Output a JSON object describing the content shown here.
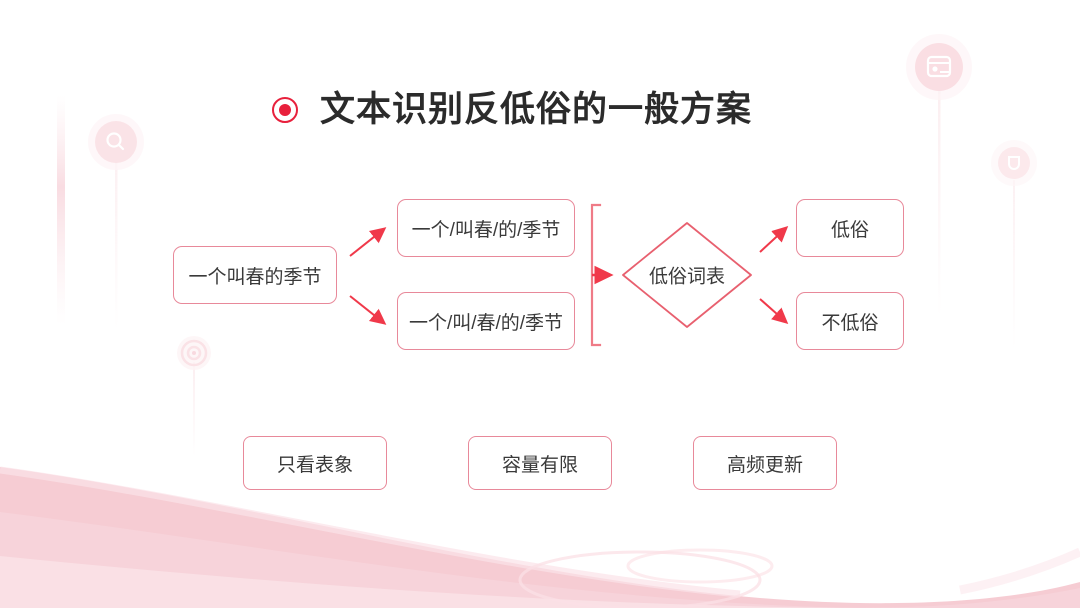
{
  "slide": {
    "background_color": "#ffffff",
    "accent_color": "#e8203c",
    "box_border_color": "#e8899a",
    "wave_color": "#f0b8c0",
    "text_color": "#3a3a3a"
  },
  "header": {
    "bullet_icon": "filled-circle-bullet-icon",
    "title": "文本识别反低俗的一般方案"
  },
  "diagram": {
    "input": {
      "label": "一个叫春的季节"
    },
    "segmentations": [
      {
        "label": "一个/叫春/的/季节"
      },
      {
        "label": "一个/叫/春/的/季节"
      }
    ],
    "bracket": {
      "icon": "bracket-arrow-icon"
    },
    "decision": {
      "label": "低俗词表",
      "shape": "diamond"
    },
    "outputs": [
      {
        "label": "低俗"
      },
      {
        "label": "不低俗"
      }
    ],
    "arrows": [
      {
        "name": "arrow-input-to-seg-a",
        "direction": "up-right"
      },
      {
        "name": "arrow-input-to-seg-b",
        "direction": "down-right"
      },
      {
        "name": "arrow-bracket-to-decision",
        "direction": "right"
      },
      {
        "name": "arrow-decision-to-output-a",
        "direction": "up-right"
      },
      {
        "name": "arrow-decision-to-output-b",
        "direction": "down-right"
      }
    ]
  },
  "issues": [
    {
      "label": "只看表象"
    },
    {
      "label": "容量有限"
    },
    {
      "label": "高频更新"
    }
  ],
  "decorations": [
    {
      "name": "search-pin-decoration",
      "icon": "search-icon"
    },
    {
      "name": "image-pin-decoration",
      "icon": "image-icon"
    },
    {
      "name": "shield-pin-decoration",
      "icon": "shield-icon"
    },
    {
      "name": "target-pin-decoration",
      "icon": "target-icon"
    },
    {
      "name": "bottom-wave-decoration",
      "icon": "wave-icon"
    }
  ]
}
